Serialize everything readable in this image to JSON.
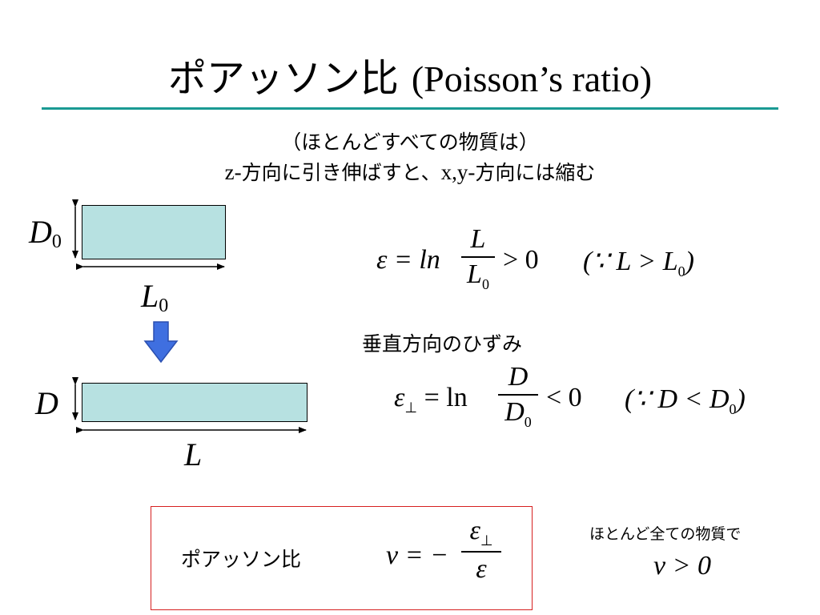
{
  "slide": {
    "title_jp": "ポアッソン比",
    "title_en": "(Poisson’s ratio)",
    "subtitle_line1": "（ほとんどすべての物質は）",
    "subtitle_line2_z": "z-",
    "subtitle_line2_a": "方向に引き伸ばすと、",
    "subtitle_line2_xy": "x,y-",
    "subtitle_line2_b": "方向には縮む"
  },
  "diagram": {
    "top_height_label": "D",
    "top_height_sub": "0",
    "top_length_label": "L",
    "top_length_sub": "0",
    "bottom_height_label": "D",
    "bottom_length_label": "L"
  },
  "equations": {
    "eq1": {
      "lhs": "ε = ln",
      "numerator": "L",
      "denominator": "L",
      "denominator_sub": "0",
      "rhs": "> 0",
      "because": "(∵ L > L",
      "because_sub": "0",
      "because_close": ")"
    },
    "perp_caption": "垂直方向のひずみ",
    "eq2": {
      "lhs_symbol": "ε",
      "lhs_sub": "⊥",
      "lhs_rest": "= ln",
      "numerator": "D",
      "denominator": "D",
      "denominator_sub": "0",
      "rhs": "< 0",
      "because": "(∵ D < D",
      "because_sub": "0",
      "because_close": ")"
    }
  },
  "poisson_box": {
    "label": "ポアッソン比",
    "lhs": "ν = −",
    "numerator": "ε",
    "numerator_sub": "⊥",
    "denominator": "ε"
  },
  "note": {
    "line1": "ほとんど全ての物質で",
    "line2": "ν > 0"
  },
  "colors": {
    "title_rule": "#1a9a93",
    "bar_fill": "#b7e1e1",
    "arrow_fill": "#3f6fe0",
    "box_border": "#d62020"
  }
}
